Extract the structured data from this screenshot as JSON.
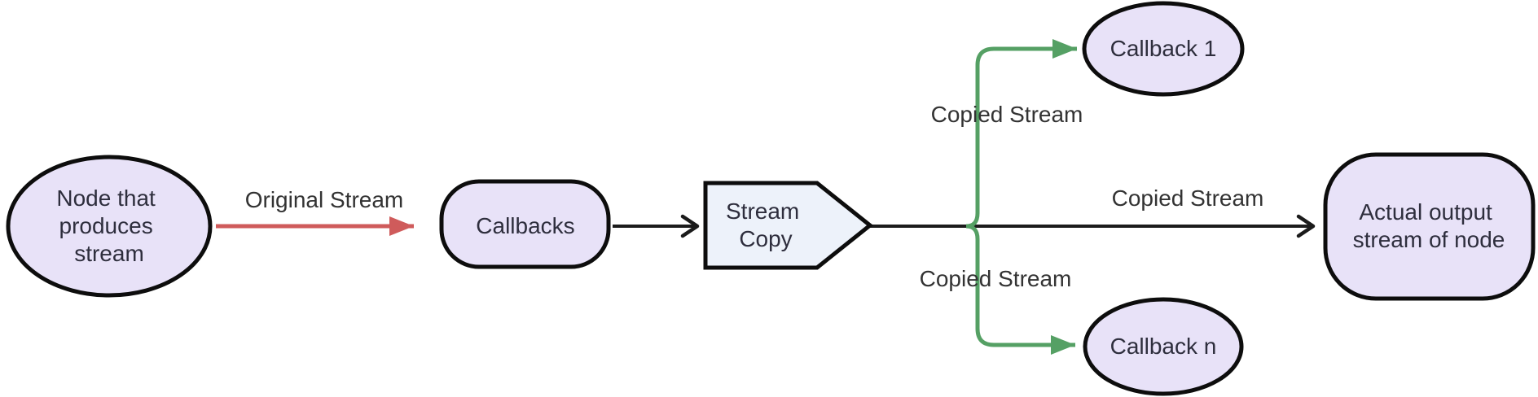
{
  "diagram": {
    "type": "flowchart",
    "direction": "left-to-right",
    "background": "#ffffff",
    "colors": {
      "node_fill_purple": "#e8e2f8",
      "node_fill_blue": "#edf2fa",
      "node_border": "#0d0d0d",
      "edge_black": "#1b1b1b",
      "edge_red": "#cf5b5b",
      "edge_green": "#55a064",
      "text": "#333333"
    },
    "nodes": {
      "producer": {
        "shape": "ellipse",
        "lines": [
          "Node that",
          "produces",
          "stream"
        ],
        "label": "Node that produces stream"
      },
      "callbacks": {
        "shape": "stadium",
        "label": "Callbacks"
      },
      "stream_copy": {
        "shape": "right-pointing-pentagon",
        "lines": [
          "Stream",
          "Copy"
        ],
        "label": "Stream Copy"
      },
      "callback_1": {
        "shape": "ellipse",
        "label": "Callback 1"
      },
      "callback_n": {
        "shape": "ellipse",
        "label": "Callback n"
      },
      "output": {
        "shape": "rounded-rect",
        "lines": [
          "Actual output",
          "stream of node"
        ],
        "label": "Actual output stream of node"
      }
    },
    "edges": [
      {
        "from": "producer",
        "to": "callbacks",
        "label": "Original Stream",
        "color": "#cf5b5b",
        "arrowhead": "filled-triangle"
      },
      {
        "from": "callbacks",
        "to": "stream_copy",
        "label": "",
        "color": "#1b1b1b",
        "arrowhead": "chevron"
      },
      {
        "from": "stream_copy",
        "to": "callback_1",
        "label": "Copied Stream",
        "color": "#55a064",
        "arrowhead": "filled-triangle"
      },
      {
        "from": "stream_copy",
        "to": "output",
        "label": "Copied Stream",
        "color": "#1b1b1b",
        "arrowhead": "chevron"
      },
      {
        "from": "stream_copy",
        "to": "callback_n",
        "label": "Copied Stream",
        "color": "#55a064",
        "arrowhead": "filled-triangle"
      }
    ]
  }
}
